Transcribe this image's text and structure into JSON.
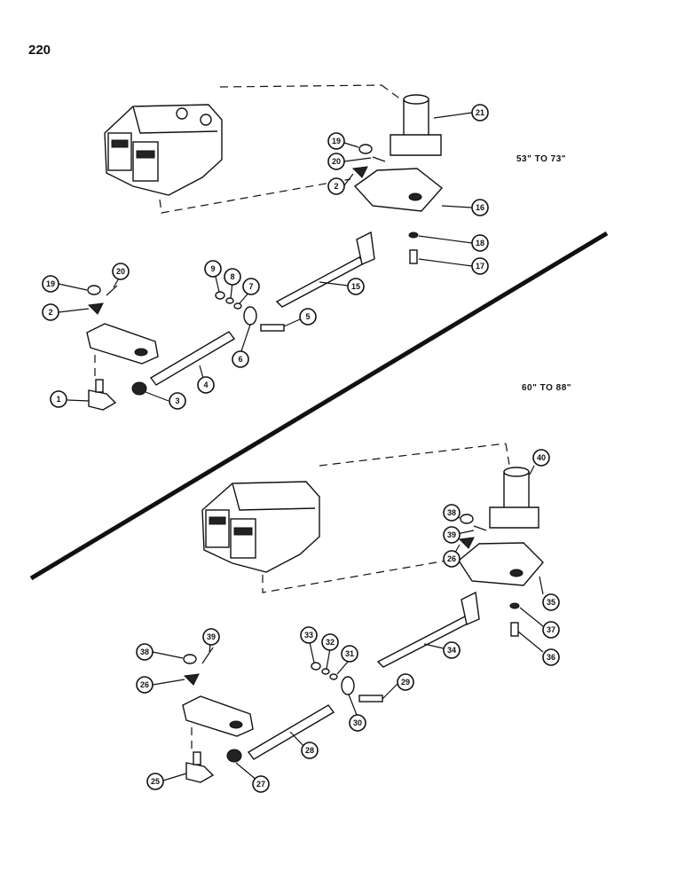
{
  "page": {
    "number": "220"
  },
  "sections": [
    {
      "range": "53\" TO 73\""
    },
    {
      "range": "60\" TO 88\""
    }
  ],
  "callouts_top": [
    "21",
    "19",
    "20",
    "2",
    "16",
    "18",
    "17",
    "15",
    "9",
    "8",
    "7",
    "5",
    "6",
    "4",
    "3",
    "1",
    "19",
    "20",
    "2"
  ],
  "callouts_bottom": [
    "40",
    "38",
    "39",
    "26",
    "35",
    "37",
    "36",
    "34",
    "33",
    "32",
    "31",
    "29",
    "30",
    "28",
    "27",
    "25",
    "38",
    "39",
    "26"
  ]
}
